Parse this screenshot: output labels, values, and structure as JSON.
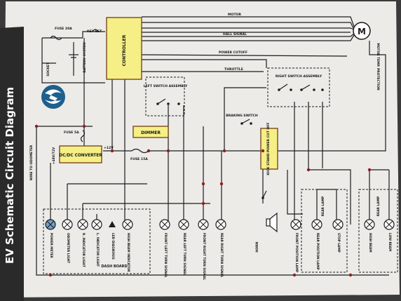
{
  "sheet_title": "EV Schematic Circuit Diagram",
  "colors": {
    "wire": "#1c1c1c",
    "box_fill": "#f5ef86",
    "box_stroke": "#7a4a1c",
    "paper": "#ecebe8",
    "node": "#8e1f1f",
    "title_bar": "#2a2a2a"
  },
  "labels": {
    "fuse_top": "FUSE 20A",
    "key_set": "KEY SET",
    "controller": "CONTROLLER",
    "motor_wire": "MOTOR",
    "motor_symbol": "M",
    "hall_signal": "HALL SIGNAL",
    "power_cutoff": "POWER CUTOFF",
    "throttle": "THROTTLE",
    "socket": "SOCKET",
    "battery_system": "BATTERY SYSTEM",
    "motor_temp": "MOTOR TEMP. PROTECTION",
    "left_switch": "LEFT SWITCH ASSEMBLY",
    "right_switch": "RIGHT SWITCH ASSEMBLY",
    "braking_switch": "BRAKING SWITCH",
    "dimmer": "DIMMER",
    "kickstand": "KICK STAND POWER CUT OFF",
    "fuse_5a": "FUSE 5A",
    "dc_converter": "DC/DC CONVERTER",
    "plus12v": "+12V",
    "fuse_15a": "FUSE 15A",
    "v48_72": "+48V/72V",
    "wire_to_odometer": "WIRE TO ODOMETER",
    "horn": "HORN",
    "dash_board": "DASH BOARD"
  },
  "components": [
    "POWER METER",
    "ODOMETER LIGHT",
    "R. INDICATOR LIGHT",
    "L. INDICATOR LIGHT",
    "LED DIAGNOSIS",
    "HIGH BEAM INDICATOR",
    "FRONT LEFT TURN SIGNAL",
    "REAR LEFT TURN SIGNAL",
    "FRONT RIGHT TURN SIGNAL",
    "REAR RIGHT TURN SIGNAL",
    "FRONT POSITION LAMP",
    "REAR POSITION LAMP",
    "STOP LAMP",
    "HIGH BEAM",
    "LOW BEAM"
  ],
  "top_right_labels": [
    "REAR LAMP",
    "REAR LAMP"
  ]
}
